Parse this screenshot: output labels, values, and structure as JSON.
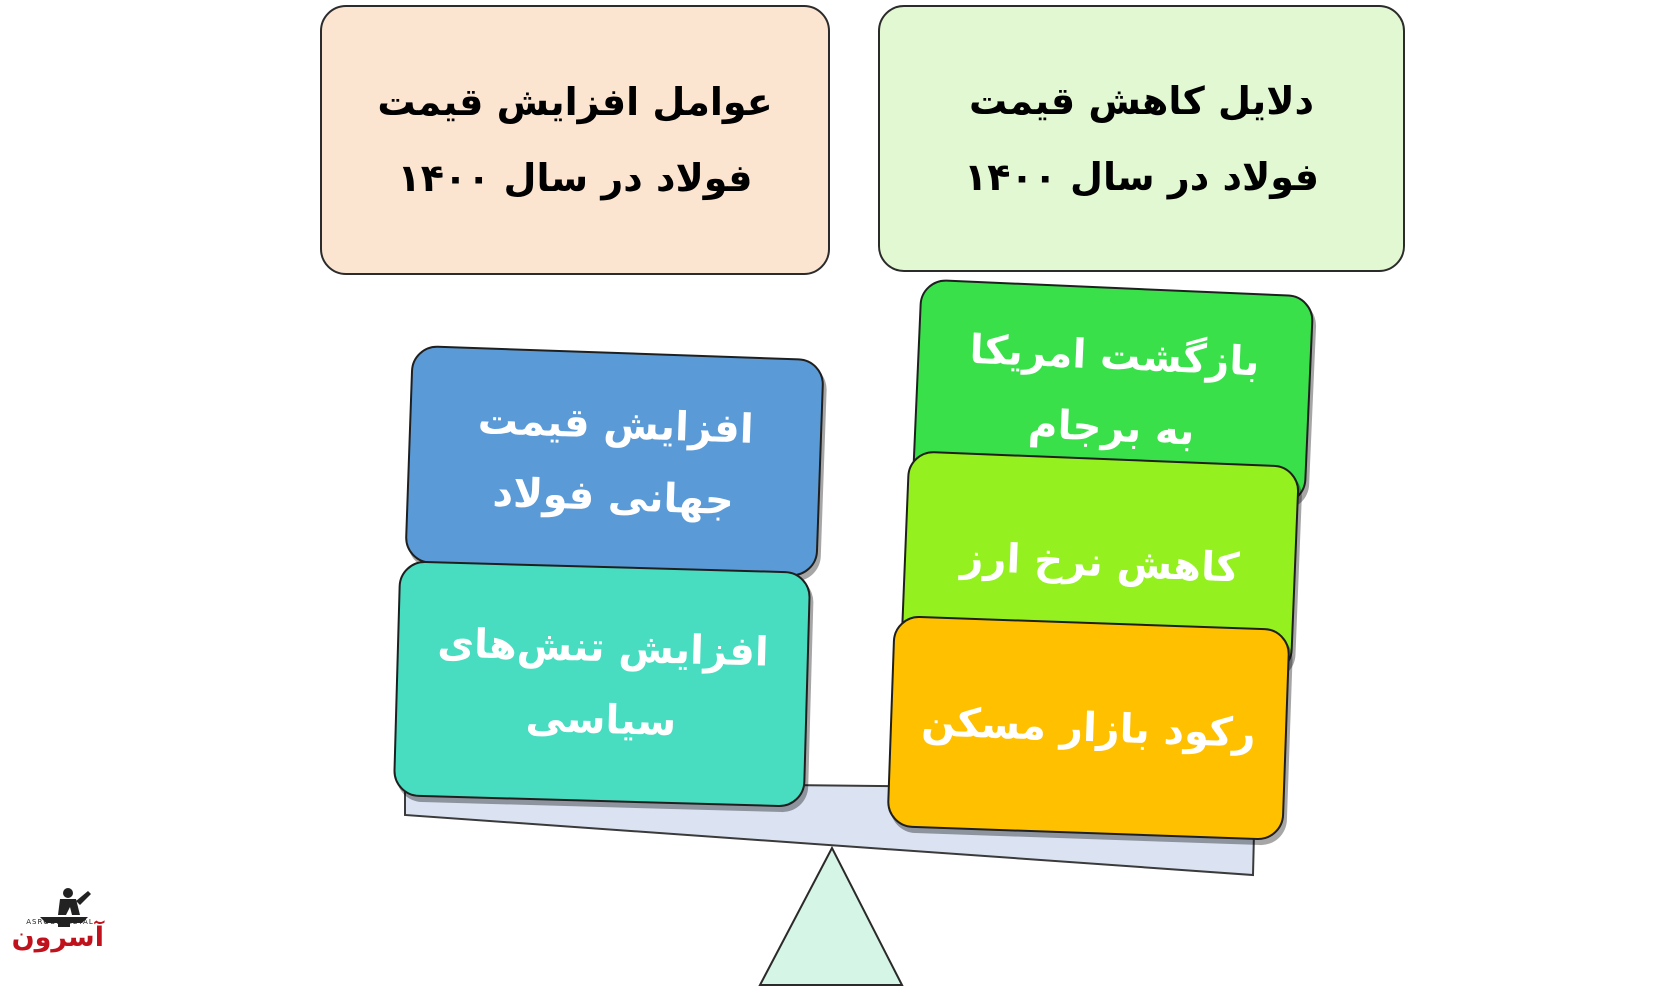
{
  "headers": {
    "increase": {
      "line1": "عوامل افزایش قیمت",
      "line2": "فولاد در سال ۱۴۰۰"
    },
    "decrease": {
      "line1": "دلایل کاهش قیمت",
      "line2": "فولاد در سال ۱۴۰۰"
    }
  },
  "left_blocks": [
    {
      "line1": "افزایش قیمت",
      "line2": "جهانی فولاد"
    },
    {
      "line1": "افزایش تنش‌های",
      "line2": "سیاسی"
    }
  ],
  "right_blocks": [
    {
      "line1": "بازگشت امریکا",
      "line2": "به برجام"
    },
    {
      "line1": "کاهش نرخ ارز"
    },
    {
      "line1": "رکود بازار مسکن"
    }
  ],
  "logo": {
    "name": "آسرون",
    "sub": "ASROON METAL"
  },
  "colors": {
    "increase_header": "#fbe5d1",
    "decrease_header": "#e2f8d2",
    "global_steel": "#5a9bd7",
    "political": "#48dcc1",
    "jcpoa": "#39e04a",
    "currency": "#95f01f",
    "housing": "#ffc000",
    "beam": "#dbe3f3",
    "fulcrum": "#d5f5e6",
    "logo_red": "#c0121c"
  }
}
